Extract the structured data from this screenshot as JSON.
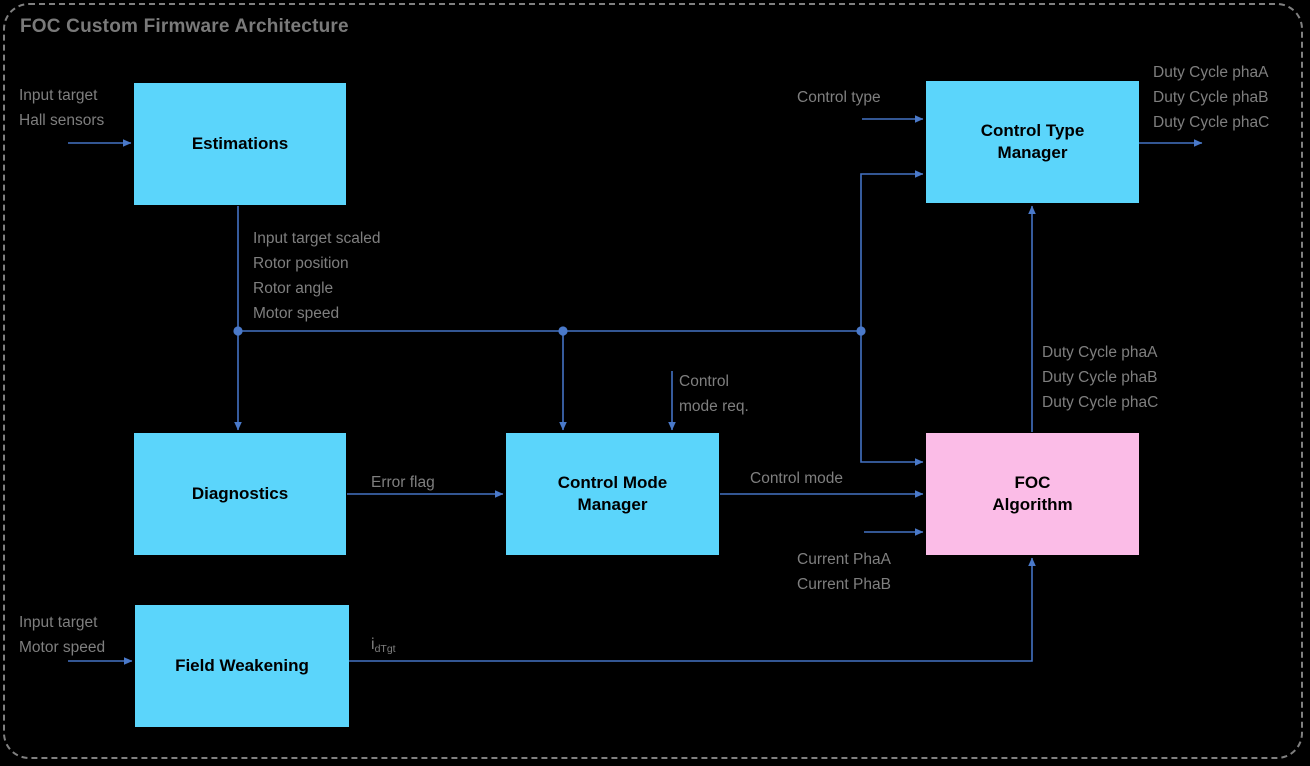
{
  "diagram": {
    "title": "FOC Custom Firmware Architecture",
    "background": "#000000",
    "border_color": "#808080",
    "colors": {
      "block_cyan": "#5BD5FB",
      "block_pink": "#FBBCE7",
      "wire": "#4472C4",
      "label_text": "#7F7F7F",
      "block_text": "#000000"
    }
  },
  "blocks": {
    "estimations": {
      "line1": "Estimations"
    },
    "diagnostics": {
      "line1": "Diagnostics"
    },
    "field_weakening": {
      "line1": "Field Weakening"
    },
    "control_mode_manager": {
      "line1": "Control Mode",
      "line2": "Manager"
    },
    "control_type_manager": {
      "line1": "Control Type",
      "line2": "Manager"
    },
    "foc_algorithm": {
      "line1": "FOC",
      "line2": "Algorithm"
    }
  },
  "labels": {
    "estimations_in_1": "Input target",
    "estimations_in_2": "Hall sensors",
    "bus_1": "Input target scaled",
    "bus_2": "Rotor position",
    "bus_3": "Rotor angle",
    "bus_4": "Motor speed",
    "error_flag": "Error flag",
    "control_mode_req_1": "Control",
    "control_mode_req_2": "mode req.",
    "control_mode": "Control mode",
    "control_type": "Control type",
    "ctm_out_1": "Duty Cycle phaA",
    "ctm_out_2": "Duty Cycle phaB",
    "ctm_out_3": "Duty Cycle phaC",
    "foc_out_1": "Duty Cycle phaA",
    "foc_out_2": "Duty Cycle phaB",
    "foc_out_3": "Duty Cycle phaC",
    "current_1": "Current PhaA",
    "current_2": "Current PhaB",
    "fw_in_1": "Input target",
    "fw_in_2": "Motor speed",
    "id_tgt_main": "i",
    "id_tgt_sub": "dTgt"
  }
}
